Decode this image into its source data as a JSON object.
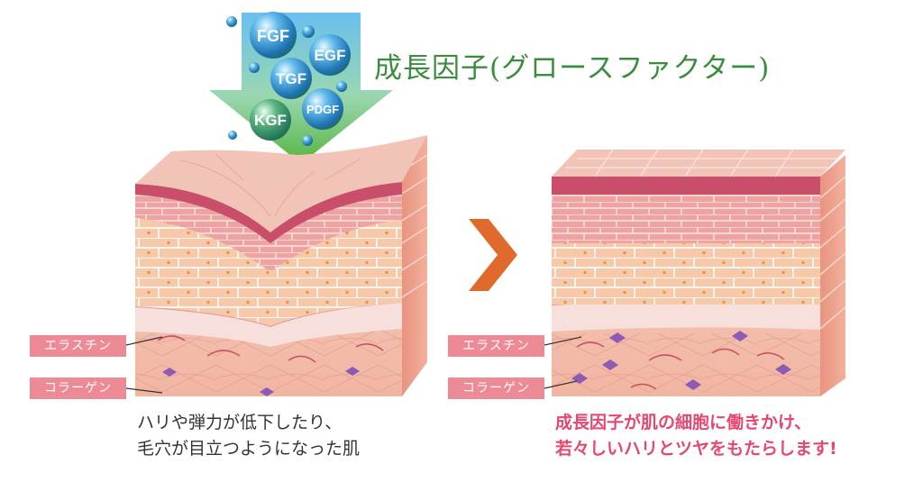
{
  "title": "成長因子(グロースファクター)",
  "growth_factors": [
    "FGF",
    "EGF",
    "TGF",
    "KGF",
    "PDGF"
  ],
  "labels": {
    "before": [
      "エラスチン",
      "コラーゲン"
    ],
    "after": [
      "エラスチン",
      "コラーゲン"
    ]
  },
  "captions": {
    "before": [
      "ハリや弾力が低下したり、",
      "毛穴が目立つようになった肌"
    ],
    "after": [
      "成長因子が肌の細胞に働きかけ、",
      "若々しいハリとツヤをもたらします!"
    ]
  },
  "colors": {
    "title": "#3a8d3c",
    "caption_after": "#e4476f",
    "label_bg": "#ec8a96",
    "arrow": "#e06a2b"
  }
}
